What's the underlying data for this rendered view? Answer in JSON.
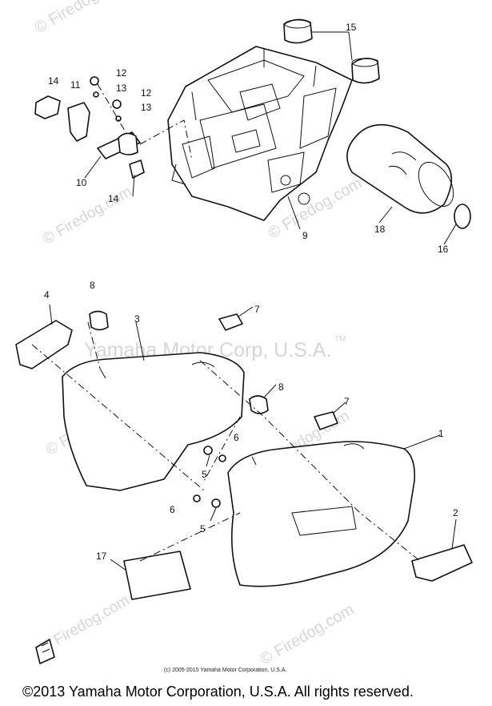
{
  "watermarks": {
    "firedog": "© Firedog.com",
    "yamaha": "Yamaha Motor Corp, U.S.A.",
    "tm": "TM"
  },
  "callouts": {
    "c1": "1",
    "c2": "2",
    "c3": "3",
    "c4": "4",
    "c5a": "5",
    "c5b": "5",
    "c6a": "6",
    "c6b": "6",
    "c7a": "7",
    "c7b": "7",
    "c8a": "8",
    "c8b": "8",
    "c9": "9",
    "c10": "10",
    "c11": "11",
    "c12a": "12",
    "c12b": "12",
    "c13a": "13",
    "c13b": "13",
    "c14a": "14",
    "c14b": "14",
    "c15": "15",
    "c16": "16",
    "c17": "17",
    "c18": "18"
  },
  "inner_copyright": "(c) 2005-2015 Yamaha Motor Corporation, U.S.A.",
  "footer": "©2013 Yamaha Motor Corporation, U.S.A. All rights reserved."
}
